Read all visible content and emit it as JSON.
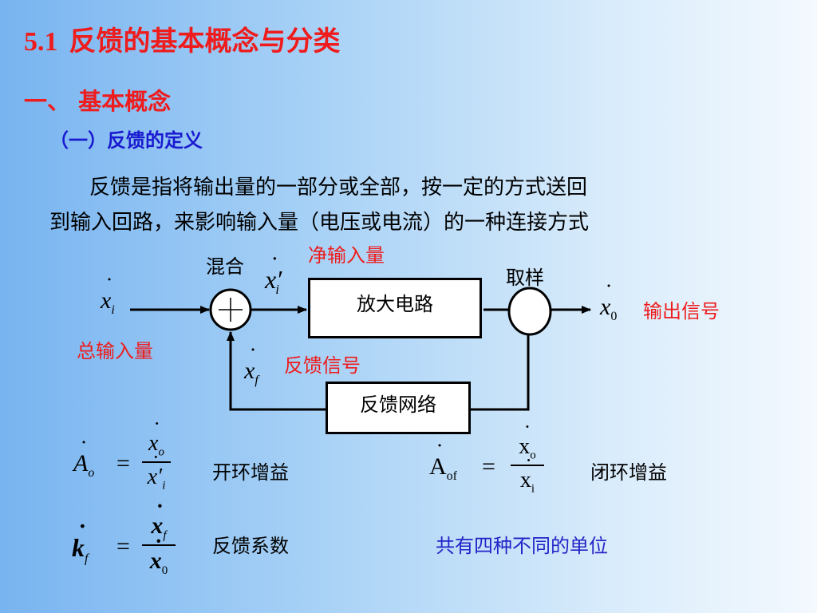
{
  "title": {
    "number": "5.1",
    "text": "反馈的基本概念与分类"
  },
  "section": "一、 基本概念",
  "subsection": "（一）反馈的定义",
  "definition": {
    "line1": "反馈是指将输出量的一部分或全部，按一定的方式送回",
    "line2": "到输入回路，来影响输入量（电压或电流）的一种连接方式"
  },
  "diagram": {
    "mixing_label": "混合",
    "net_input_label": "净输入量",
    "sampling_label": "取样",
    "amplifier": "放大电路",
    "feedback_network": "反馈网络",
    "output_signal_label": "输出信号",
    "total_input_label": "总输入量",
    "feedback_signal_label": "反馈信号",
    "sym_xi": "x",
    "sym_xi_sub": "i",
    "sym_xi_prime": "x",
    "sym_xi_prime_sub": "i",
    "sym_x0": "x",
    "sym_x0_sub": "0",
    "sym_xf": "x",
    "sym_xf_sub": "f"
  },
  "formulas": {
    "open_loop_label": "开环增益",
    "closed_loop_label": "闭环增益",
    "feedback_coef_label": "反馈系数",
    "note": "共有四种不同的单位"
  },
  "colors": {
    "accent_red": "#ee1c1c",
    "heading_blue": "#1a1ad0",
    "note_blue": "#2323c8"
  }
}
